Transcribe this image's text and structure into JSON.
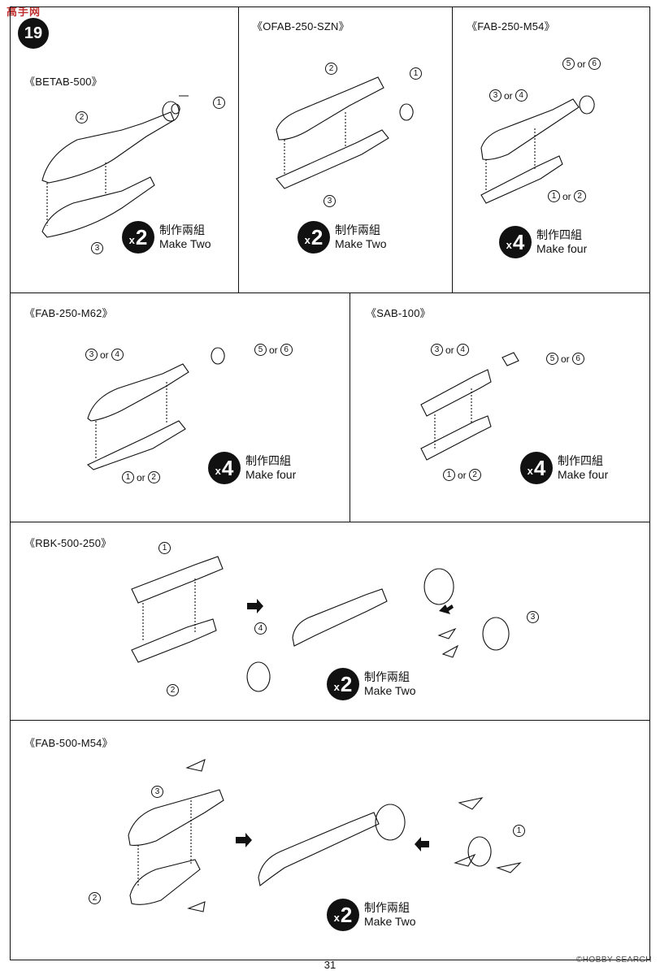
{
  "header": {
    "logo_text": "高手网",
    "step_number": "19"
  },
  "sections": [
    {
      "title": "《BETAB-500》",
      "multiplier": "2",
      "text_cn": "制作兩組",
      "text_en": "Make Two",
      "parts": [
        "1",
        "2",
        "3"
      ]
    },
    {
      "title": "《OFAB-250-SZN》",
      "multiplier": "2",
      "text_cn": "制作兩組",
      "text_en": "Make Two",
      "parts": [
        "1",
        "2",
        "3"
      ]
    },
    {
      "title": "《FAB-250-M54》",
      "multiplier": "4",
      "text_cn": "制作四組",
      "text_en": "Make four",
      "parts": [
        "5",
        "or",
        "6",
        "3",
        "or",
        "4",
        "1",
        "or",
        "2"
      ]
    },
    {
      "title": "《FAB-250-M62》",
      "multiplier": "4",
      "text_cn": "制作四組",
      "text_en": "Make four",
      "parts": [
        "3",
        "or",
        "4",
        "5",
        "or",
        "6",
        "1",
        "or",
        "2"
      ]
    },
    {
      "title": "《SAB-100》",
      "multiplier": "4",
      "text_cn": "制作四組",
      "text_en": "Make four",
      "parts": [
        "3",
        "or",
        "4",
        "5",
        "or",
        "6",
        "1",
        "or",
        "2"
      ]
    },
    {
      "title": "《RBK-500-250》",
      "multiplier": "2",
      "text_cn": "制作兩組",
      "text_en": "Make Two",
      "parts": [
        "1",
        "2",
        "4",
        "3"
      ]
    },
    {
      "title": "《FAB-500-M54》",
      "multiplier": "2",
      "text_cn": "制作兩組",
      "text_en": "Make Two",
      "parts": [
        "3",
        "2",
        "1"
      ]
    }
  ],
  "multiplier_prefix": "x",
  "footer": {
    "page_number": "31",
    "watermark": "©HOBBY SEARCH"
  }
}
